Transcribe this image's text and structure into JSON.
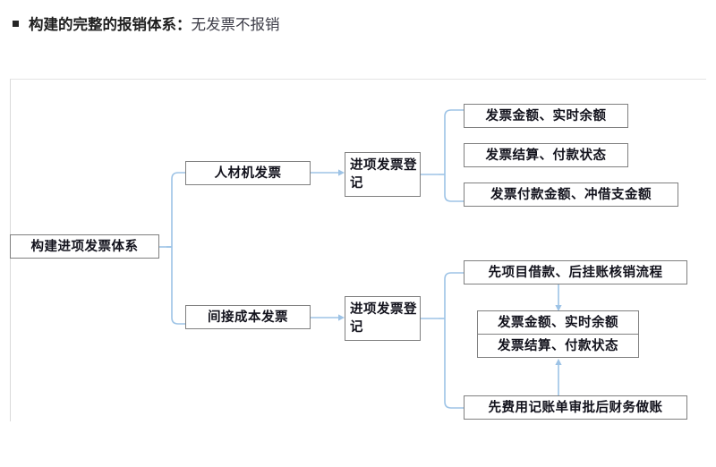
{
  "heading": {
    "bullet": "square-bullet",
    "title_bold": "构建的完整的报销体系：",
    "title_regular": "无发票不报销"
  },
  "diagram": {
    "title": "构建进项发票体系",
    "link_color": "#9dc3e6",
    "box_border_color": "#7f7f7f",
    "nodes": {
      "root": "构建进项发票体系",
      "branch1": {
        "label": "人材机发票",
        "register": "进项发票登记",
        "outputs": [
          "发票金额、实时余额",
          "发票结算、付款状态",
          "发票付款金额、冲借支金额"
        ]
      },
      "branch2": {
        "label": "间接成本发票",
        "register": "进项发票登记",
        "flow_top": "先项目借款、后挂账核销流程",
        "stacked": [
          "发票金额、实时余额",
          "发票结算、付款状态"
        ],
        "flow_bottom": "先费用记账单审批后财务做账"
      }
    }
  }
}
